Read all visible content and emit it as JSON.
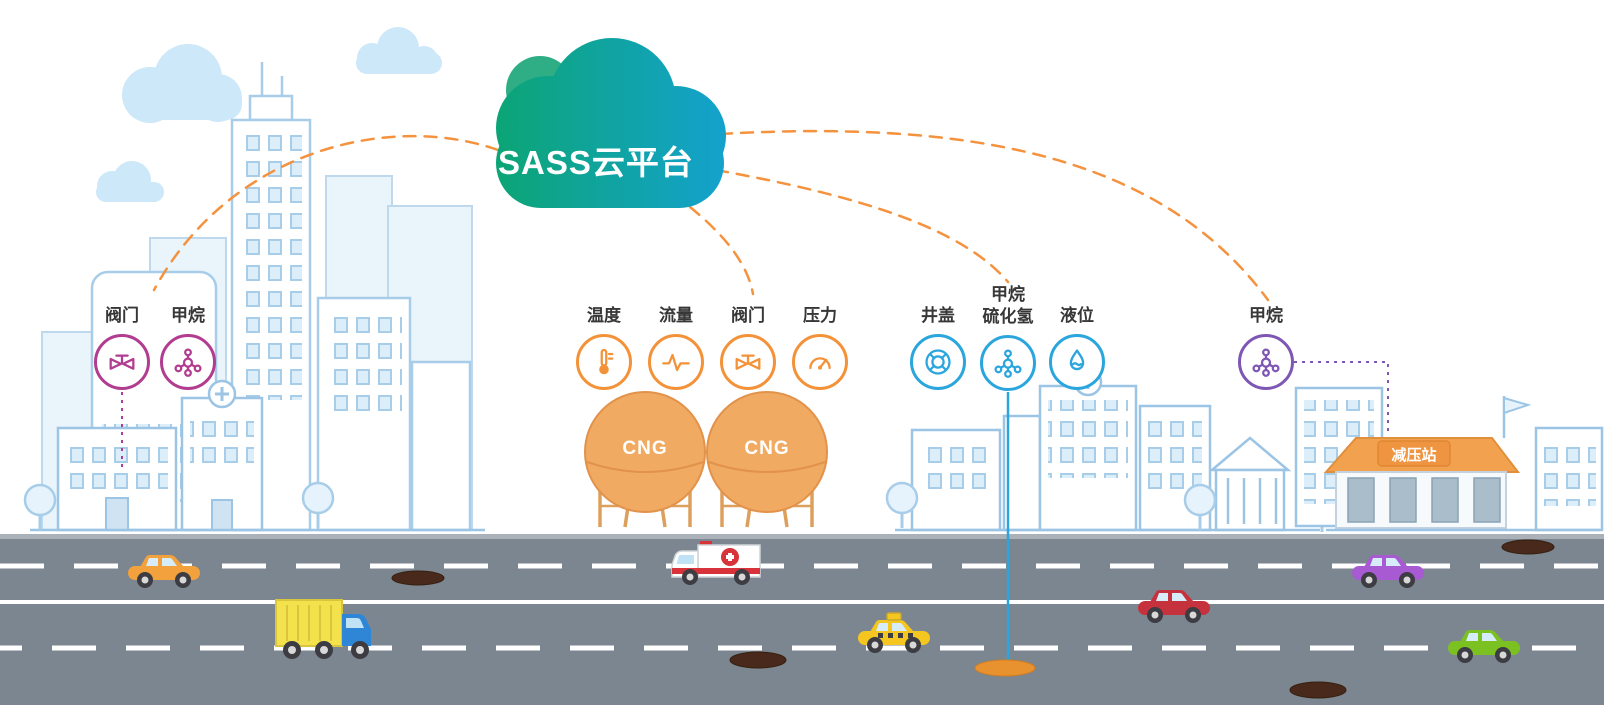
{
  "cloud": {
    "title": "SASS云平台",
    "gradient_start": "#0ba56b",
    "gradient_end": "#14a2cf"
  },
  "connections": {
    "color": "#f5923e",
    "style": "dashed"
  },
  "sensor_groups": [
    {
      "name": "city-gas",
      "color": "#b13c90",
      "sensors": [
        {
          "label": "阀门",
          "icon": "valve-icon"
        },
        {
          "label": "甲烷",
          "icon": "methane-molecule-icon"
        }
      ]
    },
    {
      "name": "cng-storage",
      "color": "#f39238",
      "sensors": [
        {
          "label": "温度",
          "icon": "thermometer-icon"
        },
        {
          "label": "流量",
          "icon": "flow-meter-icon"
        },
        {
          "label": "阀门",
          "icon": "valve-icon"
        },
        {
          "label": "压力",
          "icon": "pressure-gauge-icon"
        }
      ]
    },
    {
      "name": "underground",
      "color": "#2aa5de",
      "sensors": [
        {
          "label": "井盖",
          "icon": "manhole-cover-icon"
        },
        {
          "label": "甲烷",
          "sublabel": "硫化氢",
          "icon": "gas-molecule-icon"
        },
        {
          "label": "液位",
          "icon": "liquid-level-icon"
        }
      ]
    },
    {
      "name": "pressure-station",
      "color": "#7e57b5",
      "sensors": [
        {
          "label": "甲烷",
          "icon": "methane-molecule-icon"
        }
      ]
    }
  ],
  "tanks": {
    "items": [
      {
        "label": "CNG"
      },
      {
        "label": "CNG"
      }
    ]
  },
  "station": {
    "label": "减压站"
  },
  "vehicles": [
    {
      "name": "car-orange",
      "color": "#f2a13c"
    },
    {
      "name": "truck-yellow-blue",
      "box_color": "#f3e24c",
      "cab_color": "#2f86d6"
    },
    {
      "name": "ambulance",
      "accent_color": "#d8323a"
    },
    {
      "name": "taxi",
      "color": "#f4c61f"
    },
    {
      "name": "car-red",
      "color": "#c6313e"
    },
    {
      "name": "car-purple",
      "color": "#a75ad1"
    },
    {
      "name": "car-green",
      "color": "#7cc122"
    }
  ]
}
